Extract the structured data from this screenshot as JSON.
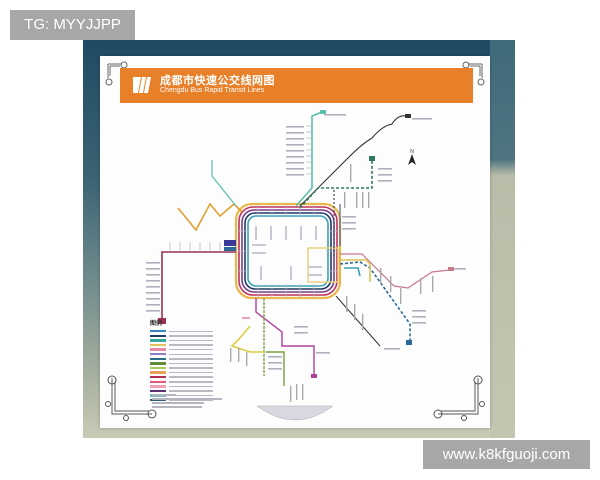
{
  "watermarks": {
    "top_left": "TG: MYYJJPP",
    "bottom_right": "www.k8kfguoji.com"
  },
  "poster": {
    "title_cn": "成都市快速公交线网图",
    "title_en": "Chengdu Bus Rapid Transit Lines",
    "banner_color": "#e8802a",
    "legend_title": "图例",
    "compass_label": "N",
    "legend_colors": [
      "#3a84c4",
      "#1f3f66",
      "#3aa6a0",
      "#e0c25a",
      "#e78aa8",
      "#8a7fc0",
      "#2d6a8a",
      "#5f8a3a",
      "#a8c85a",
      "#e8a35a",
      "#b03050",
      "#e05a7a",
      "#f0a0b8",
      "#5a3070",
      "#7ab8c0",
      "#2a5a7a"
    ]
  },
  "map": {
    "line_colors": {
      "ring_outer_gold": "#e8b84a",
      "ring_red": "#c0305a",
      "ring_purple": "#7a3a8a",
      "ring_navy": "#1f3a6a",
      "ring_teal": "#3aa0b8",
      "north_teal": "#5abfaa",
      "northeast_black": "#333333",
      "northeast_green": "#2f7a5a",
      "west_orange": "#e0a030",
      "west_maroon": "#9a3050",
      "east_pink": "#c87a8a",
      "east_blue": "#2a6a9a",
      "south_yellow": "#d8d040",
      "south_green": "#7aa040",
      "south_magenta": "#b040a0"
    }
  }
}
